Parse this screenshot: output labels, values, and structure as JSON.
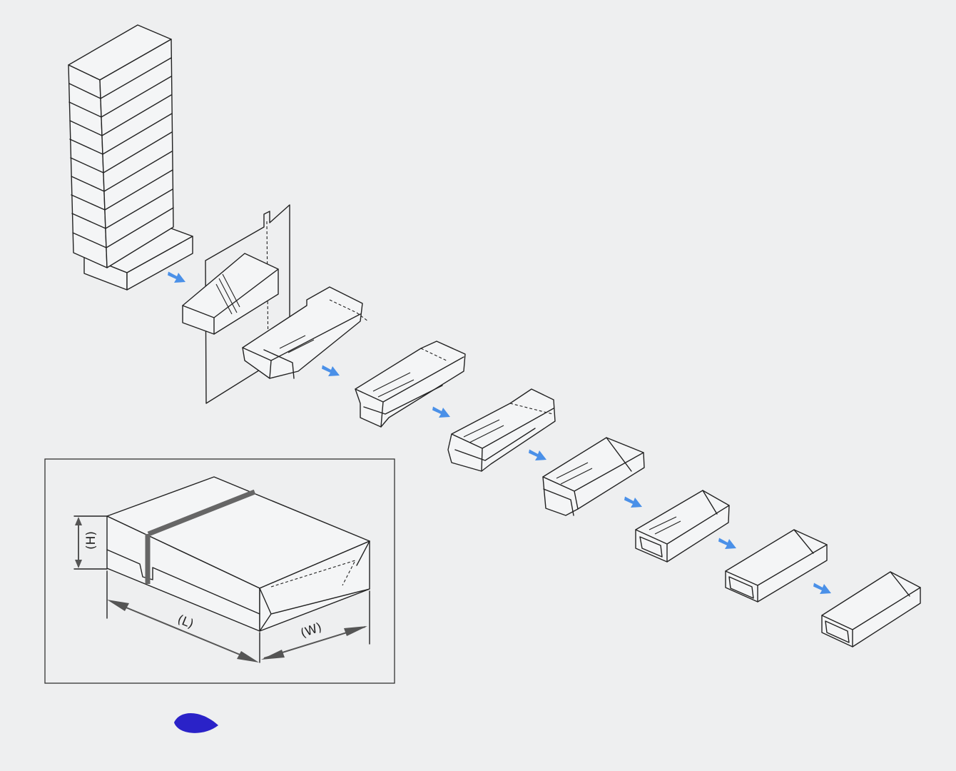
{
  "dimension_labels": {
    "height": "(H)",
    "length": "(L)",
    "width": "(W)"
  },
  "colors": {
    "background": "#eeeff0",
    "line": "#222222",
    "flow_arrow": "#4a90e8",
    "dimension_arrow": "#555555",
    "tape": "#666666",
    "blob": "#2a22c8"
  },
  "icons": {
    "flow": "arrow-right-down-icon",
    "blob": "ink-blob-icon"
  }
}
